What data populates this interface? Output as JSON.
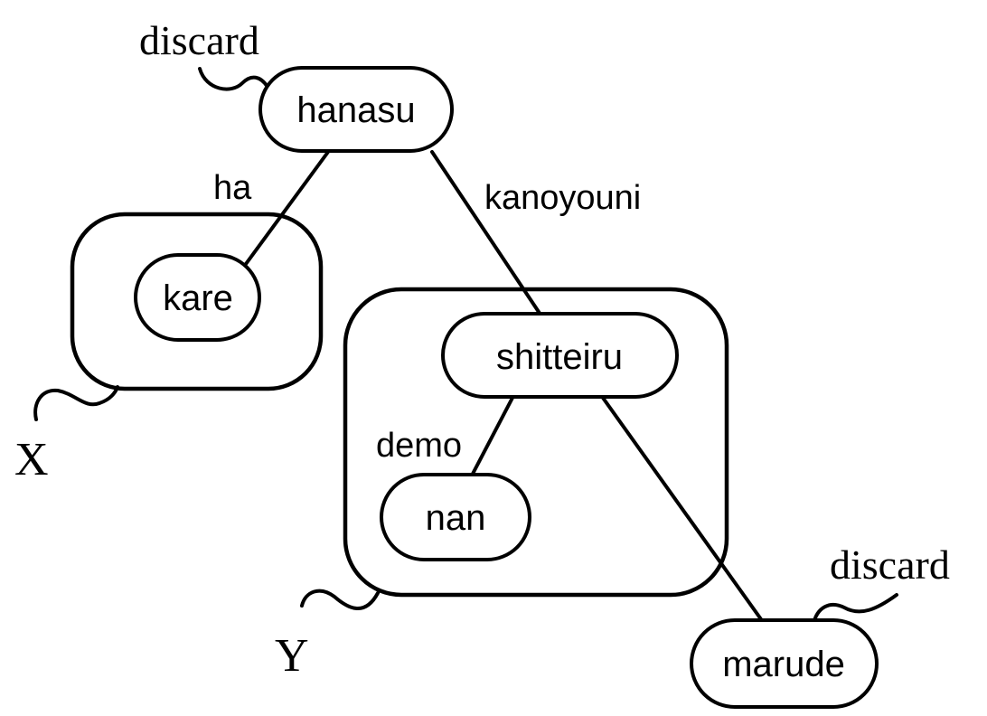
{
  "nodes": {
    "hanasu": "hanasu",
    "kare": "kare",
    "shitteiru": "shitteiru",
    "nan": "nan",
    "marude": "marude"
  },
  "edges": {
    "hanasu_kare": "ha",
    "hanasu_shitteiru": "kanoyouni",
    "shitteiru_nan": "demo"
  },
  "groups": {
    "x": "X",
    "y": "Y"
  },
  "tags": {
    "hanasu_discard": "discard",
    "marude_discard": "discard"
  }
}
